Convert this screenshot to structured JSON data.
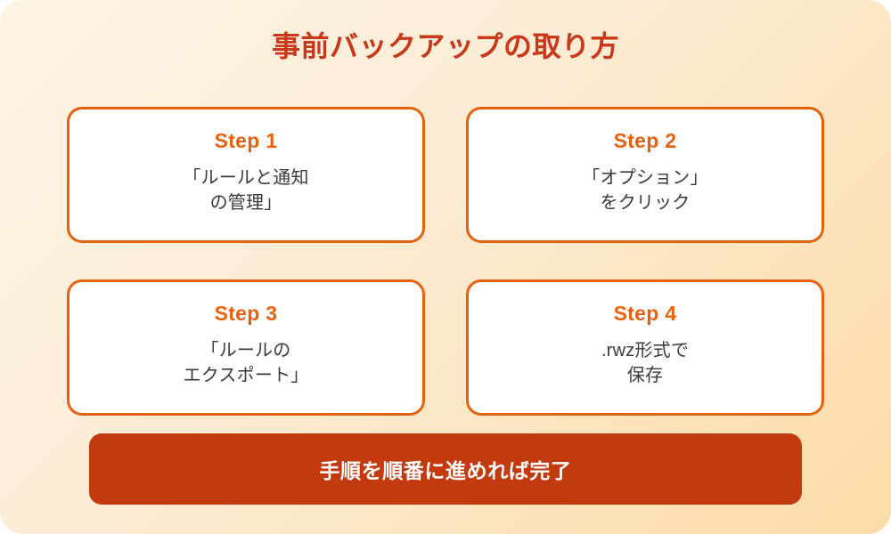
{
  "theme": {
    "background_gradient_start": "#FDF4E6",
    "background_gradient_end": "#FBDCA8",
    "title_color": "#C8391A",
    "card_border_color": "#E4620C",
    "card_background": "#FFFFFF",
    "step_label_color": "#E8620D",
    "body_text_color": "#3A3A3A",
    "banner_background": "#C33A0E",
    "banner_text_color": "#FFFFFF"
  },
  "header": {
    "title": "事前バックアップの取り方"
  },
  "steps": [
    {
      "label": "Step 1",
      "body": "「ルールと通知\nの管理」"
    },
    {
      "label": "Step 2",
      "body": "「オプション」\nをクリック"
    },
    {
      "label": "Step 3",
      "body": "「ルールの\nエクスポート」"
    },
    {
      "label": "Step 4",
      "body": ".rwz形式で\n保存"
    }
  ],
  "footer": {
    "text": "手順を順番に進めれば完了"
  }
}
